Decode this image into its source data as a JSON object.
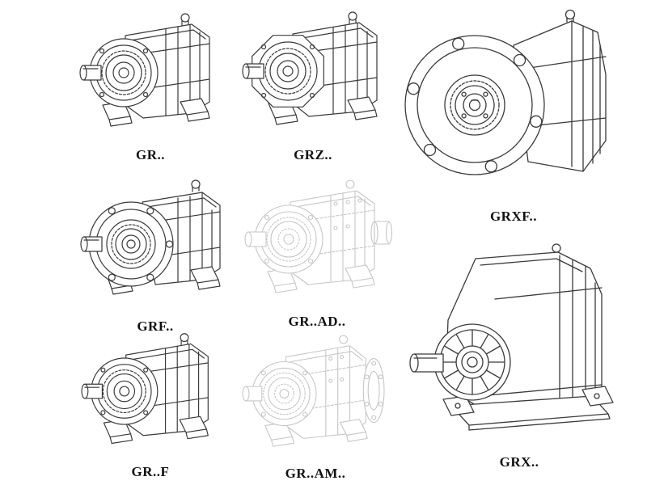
{
  "page": {
    "kind": "gear-reducer-catalog",
    "background": "#ffffff"
  },
  "colors": {
    "line": "#3a3a3a",
    "line_light": "#c6c6c6",
    "label": "#111111"
  },
  "models": [
    {
      "id": "gr",
      "label": "GR.."
    },
    {
      "id": "grz",
      "label": "GRZ.."
    },
    {
      "id": "grxf",
      "label": "GRXF.."
    },
    {
      "id": "grf",
      "label": "GRF.."
    },
    {
      "id": "grad",
      "label": "GR..AD.."
    },
    {
      "id": "grff",
      "label": "GR..F"
    },
    {
      "id": "gram",
      "label": "GR..AM.."
    },
    {
      "id": "grx",
      "label": "GRX.."
    }
  ]
}
